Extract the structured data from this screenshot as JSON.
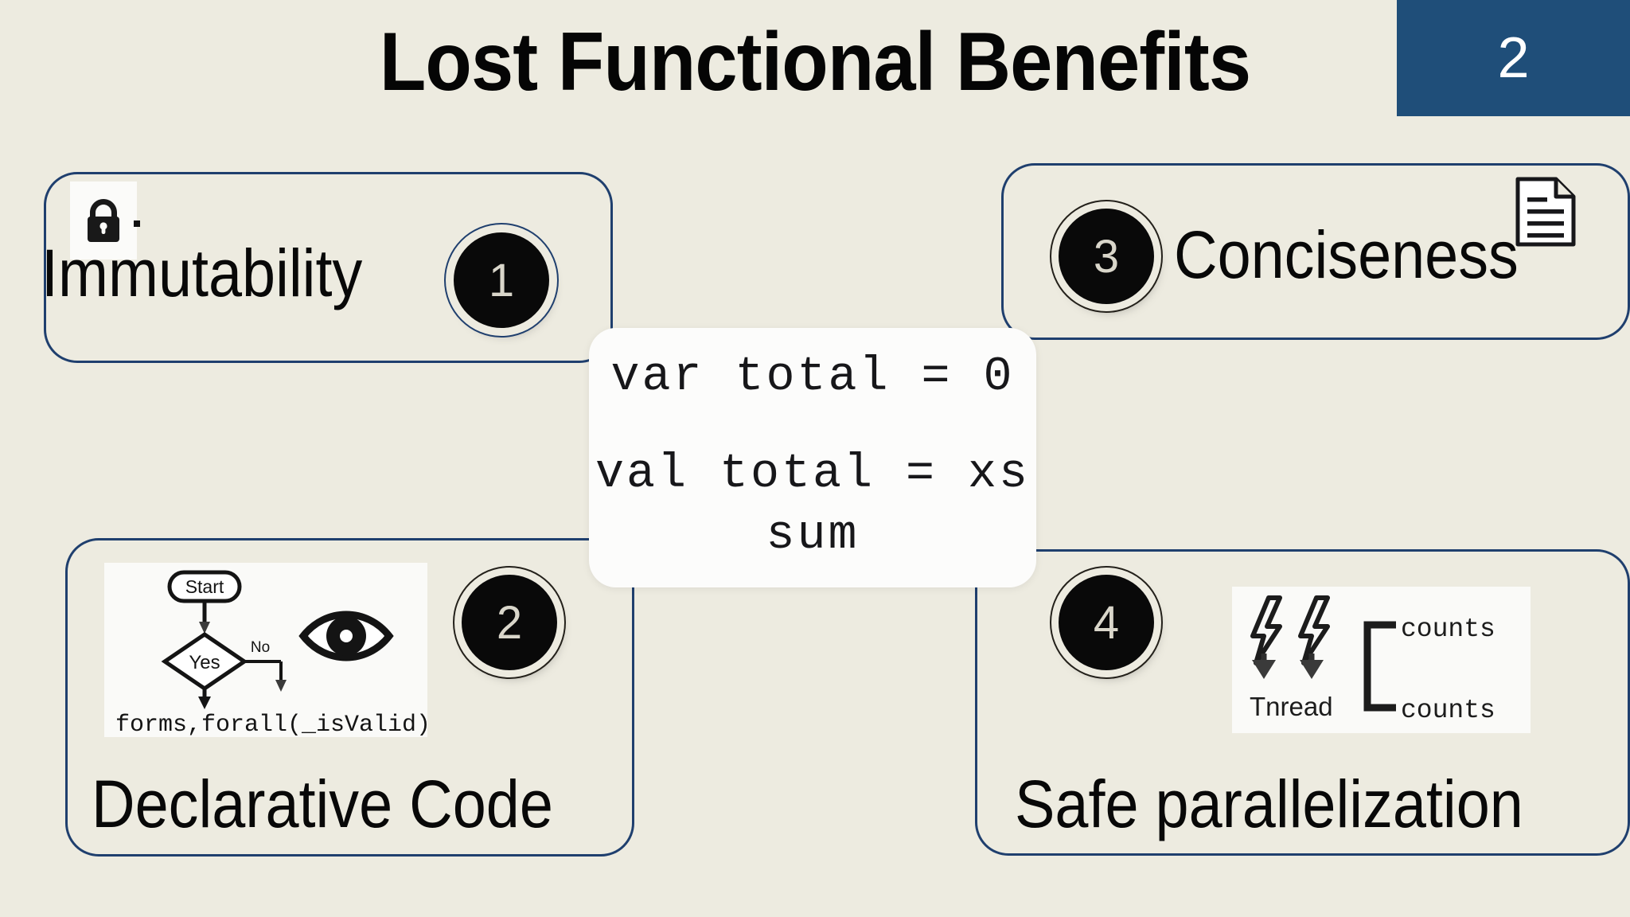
{
  "slide": {
    "title": "Lost Functional Benefits",
    "page_number": "2",
    "background_color": "#edebe0",
    "accent_color": "#1f4e79",
    "card_border_color": "#1f3f6e"
  },
  "code_snippet": {
    "line1": "var total = 0",
    "line2": "val total = xs",
    "line3": "sum"
  },
  "cards": [
    {
      "id": "immutability",
      "badge": "1",
      "label": "Immutability",
      "icon": "lock-icon"
    },
    {
      "id": "conciseness",
      "badge": "3",
      "label": "Conciseness",
      "icon": "document-icon"
    },
    {
      "id": "declarative",
      "badge": "2",
      "label": "Declarative Code",
      "icon": "flowchart-eye-icon"
    },
    {
      "id": "parallel",
      "badge": "4",
      "label": "Safe parallelization",
      "icon": "threads-counts-icon"
    }
  ],
  "flowchart": {
    "start_label": "Start",
    "decision_label": "Yes",
    "branch_label": "No",
    "code_text": "forms,forall(_isValid)"
  },
  "threads_diagram": {
    "thread_label": "Tnread",
    "counts_top": "counts",
    "counts_bottom": "counts"
  }
}
